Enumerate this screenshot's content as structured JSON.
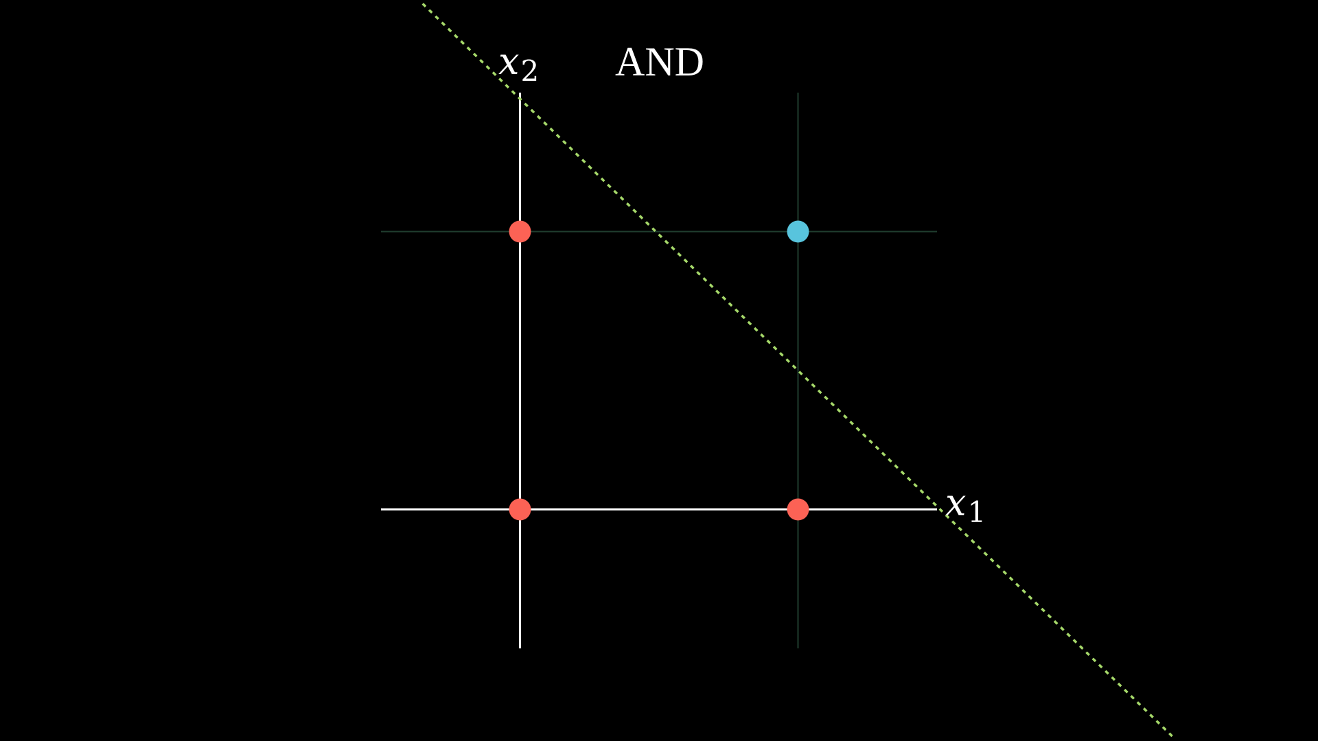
{
  "title": "AND",
  "axes": {
    "x_label_var": "x",
    "x_label_sub": "1",
    "y_label_var": "x",
    "y_label_sub": "2",
    "xlim": [
      -0.5,
      1.5
    ],
    "ylim": [
      -0.5,
      1.5
    ]
  },
  "chart_data": {
    "type": "scatter",
    "title": "AND",
    "xlim": [
      -0.5,
      1.5
    ],
    "ylim": [
      -0.5,
      1.5
    ],
    "grid": true,
    "points": [
      {
        "x": 0,
        "y": 0,
        "class": 0
      },
      {
        "x": 1,
        "y": 0,
        "class": 0
      },
      {
        "x": 0,
        "y": 1,
        "class": 0
      },
      {
        "x": 1,
        "y": 1,
        "class": 1
      }
    ],
    "decision_boundary": {
      "style": "dotted",
      "line": [
        [
          -0.35,
          1.82
        ],
        [
          2.35,
          -0.82
        ]
      ]
    }
  },
  "colors": {
    "background": "#000000",
    "axis": "#ffffff",
    "grid": "#1f3d2e",
    "class0": "#fc6255",
    "class1": "#58c4dd",
    "boundary": "#a6d96a",
    "text": "#ffffff"
  }
}
